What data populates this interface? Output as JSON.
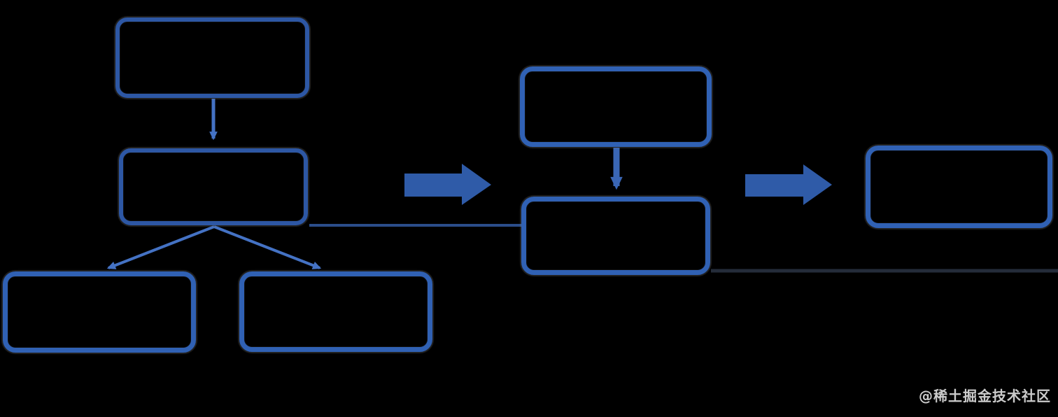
{
  "watermark": {
    "text": "@稀土掘金技术社区"
  },
  "colors": {
    "background": "#000000",
    "box_border": "#2d57a4",
    "box_border_bright": "#3061b4",
    "connector": "#4472c4",
    "connector_thick": "#3a66b5",
    "block_arrow": "#2f5ba8",
    "link_line": "#2b4d8a",
    "link_line_dark": "#242c3a",
    "watermark": "#e8e8e8"
  },
  "diagram": {
    "description": "Three-stage flowchart of empty rounded rectangles: left stage has a top box with an arrow down to a middle box which branches with two diagonal arrows to two leaf boxes; a solid block arrow points right to the center stage where a top box connects by a thick arrow down to a bottom box; a second solid block arrow points right to a single box on the far right. Thin horizontal lines link the left middle box to the center bottom box, and run from the center bottom box off the right edge.",
    "nodes": [
      {
        "id": "left-top",
        "label": ""
      },
      {
        "id": "left-middle",
        "label": ""
      },
      {
        "id": "left-leaf-1",
        "label": ""
      },
      {
        "id": "left-leaf-2",
        "label": ""
      },
      {
        "id": "center-top",
        "label": ""
      },
      {
        "id": "center-bottom",
        "label": ""
      },
      {
        "id": "right-box",
        "label": ""
      }
    ],
    "edges": [
      {
        "from": "left-top",
        "to": "left-middle",
        "style": "arrow"
      },
      {
        "from": "left-middle",
        "to": "left-leaf-1",
        "style": "arrow-diagonal"
      },
      {
        "from": "left-middle",
        "to": "left-leaf-2",
        "style": "arrow-diagonal"
      },
      {
        "from": "left-middle",
        "to": "center-bottom",
        "style": "plain-line"
      },
      {
        "from": "center-top",
        "to": "center-bottom",
        "style": "arrow-thick"
      },
      {
        "from": "center-bottom",
        "to": "right-edge",
        "style": "plain-line-dark"
      },
      {
        "from": "left-stage",
        "to": "center-stage",
        "style": "block-arrow"
      },
      {
        "from": "center-stage",
        "to": "right-box",
        "style": "block-arrow"
      }
    ]
  }
}
